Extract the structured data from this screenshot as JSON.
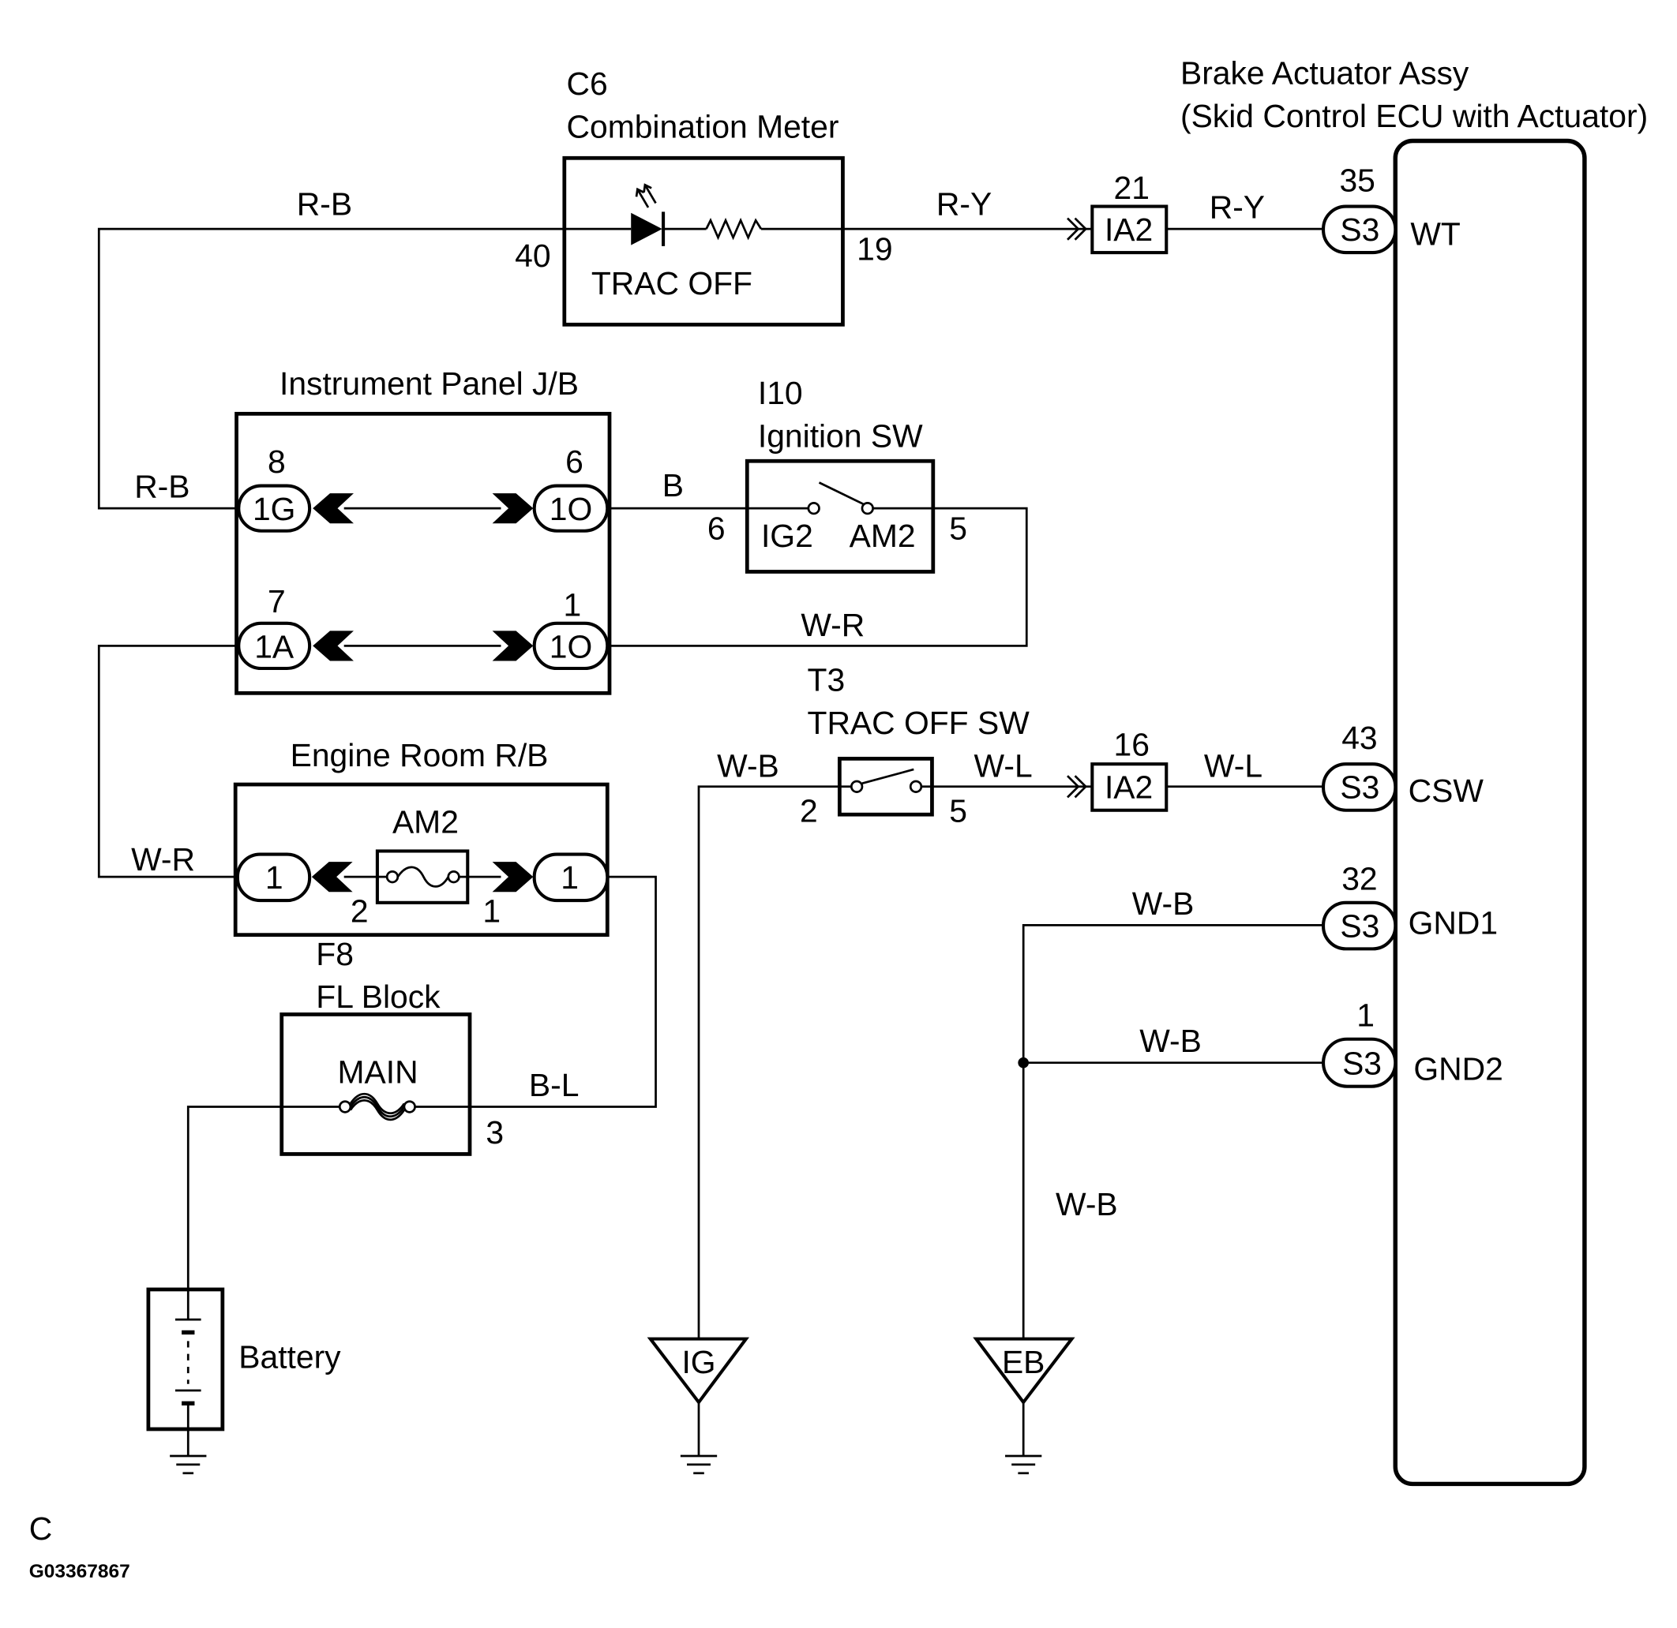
{
  "combination_meter": {
    "code": "C6",
    "name": "Combination Meter",
    "indicator": "TRAC OFF",
    "pin_in": "40",
    "pin_out": "19"
  },
  "brake_actuator": {
    "name": "Brake Actuator Assy",
    "subtitle": "(Skid Control ECU with Actuator)",
    "terminals": [
      {
        "pin": "35",
        "connector": "S3",
        "signal": "WT"
      },
      {
        "pin": "43",
        "connector": "S3",
        "signal": "CSW"
      },
      {
        "pin": "32",
        "connector": "S3",
        "signal": "GND1"
      },
      {
        "pin": "1",
        "connector": "S3",
        "signal": "GND2"
      }
    ]
  },
  "junction_connectors": [
    {
      "pin": "21",
      "connector": "IA2"
    },
    {
      "pin": "16",
      "connector": "IA2"
    }
  ],
  "instrument_panel_jb": {
    "name": "Instrument Panel J/B",
    "connectors": [
      {
        "pin": "8",
        "connector": "1G"
      },
      {
        "pin": "6",
        "connector": "1O"
      },
      {
        "pin": "7",
        "connector": "1A"
      },
      {
        "pin": "1",
        "connector": "1O"
      }
    ]
  },
  "ignition_sw": {
    "code": "I10",
    "name": "Ignition SW",
    "terminal_in": "IG2",
    "terminal_out": "AM2",
    "pin_in": "6",
    "pin_out": "5"
  },
  "trac_off_sw": {
    "code": "T3",
    "name": "TRAC OFF SW",
    "pin_in": "2",
    "pin_out": "5"
  },
  "engine_room_rb": {
    "name": "Engine Room R/B",
    "fuse": "AM2",
    "connector_left": "1",
    "connector_right": "1",
    "fuse_pin_left": "2",
    "fuse_pin_right": "1"
  },
  "fl_block": {
    "code": "F8",
    "name": "FL Block",
    "fuse": "MAIN",
    "pin": "3"
  },
  "battery": {
    "label": "Battery"
  },
  "grounds": {
    "ig": "IG",
    "eb": "EB"
  },
  "wires": {
    "meter_feed": "R-B",
    "jb_to_meter": "R-B",
    "meter_to_ia2": "R-Y",
    "ia2_to_wt": "R-Y",
    "jb_to_ig2": "B",
    "am2_to_jb": "W-R",
    "jb_to_rb": "W-R",
    "fl_to_rb": "B-L",
    "sw_to_ground": "W-B",
    "sw_to_ia2": "W-L",
    "ia2_to_csw": "W-L",
    "gnd1": "W-B",
    "gnd2": "W-B",
    "to_eb": "W-B"
  },
  "footer": {
    "section": "C",
    "figure_id": "G03367867"
  },
  "colors": {
    "ink": "#000000",
    "background": "#ffffff"
  }
}
